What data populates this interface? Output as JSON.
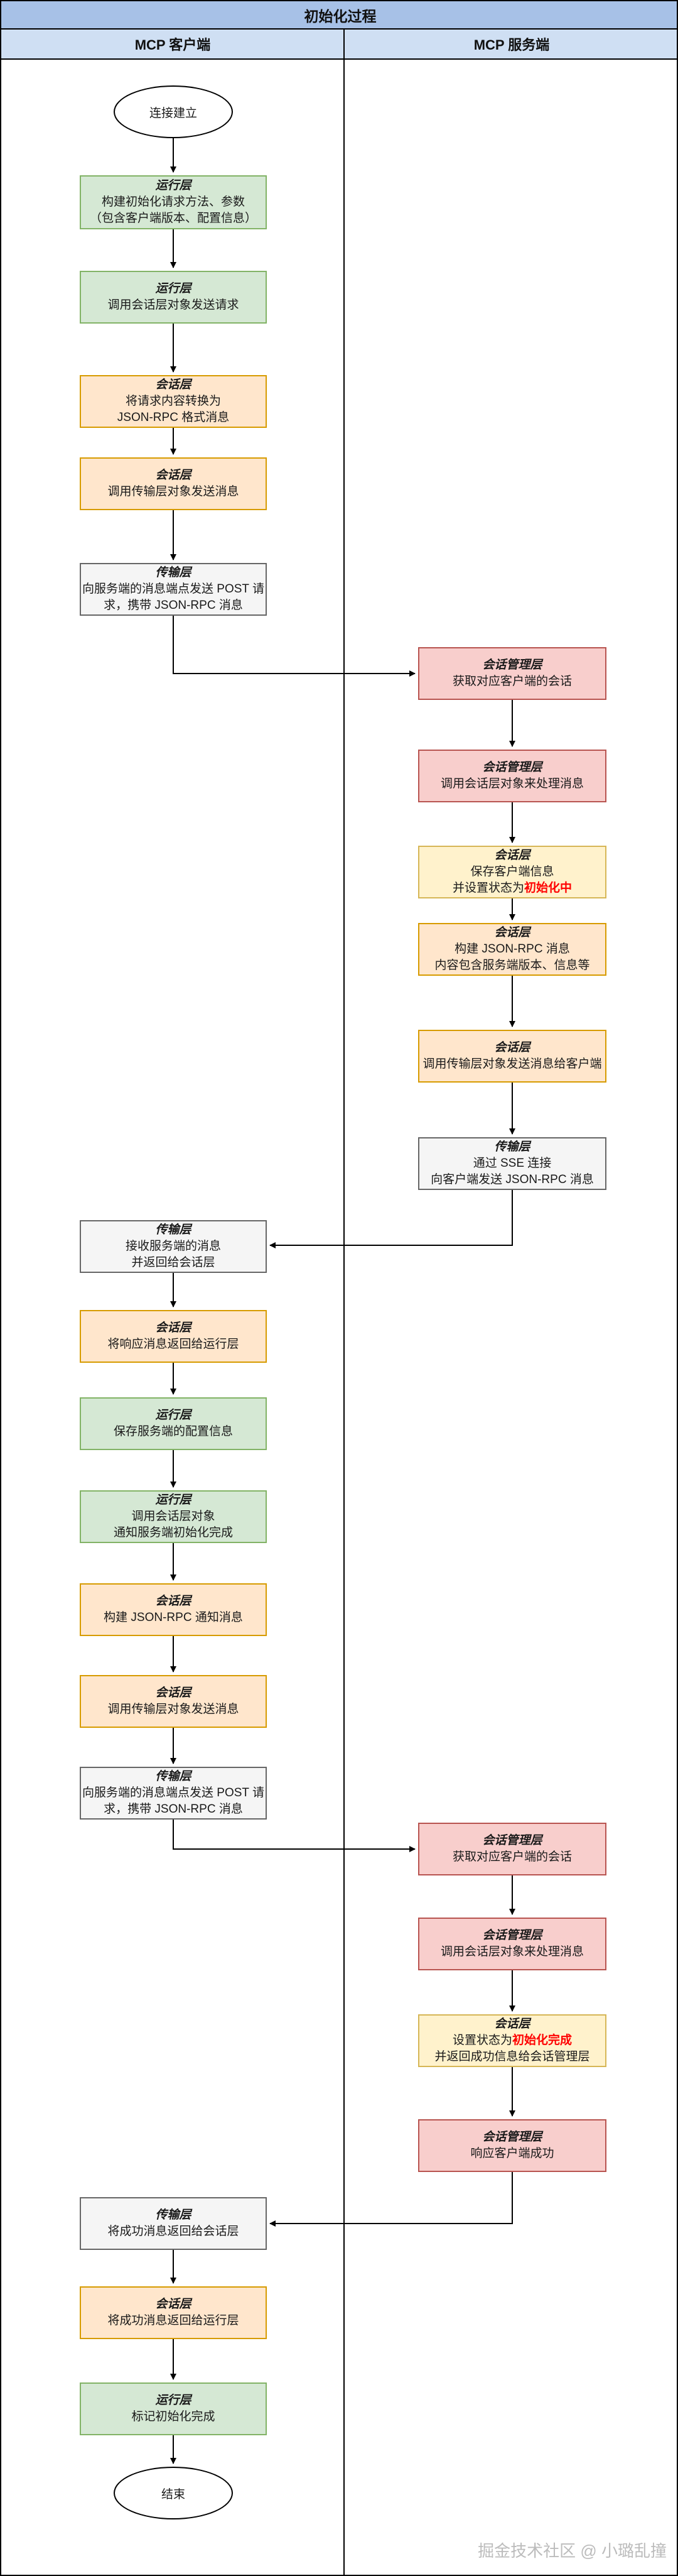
{
  "title": "初始化过程",
  "lanes": {
    "client": "MCP 客户端",
    "server": "MCP 服务端"
  },
  "colors": {
    "title_bg": "#a7c1e7",
    "lane_bg": "#cfdff3",
    "runtime_green_bg": "#d5e8d4",
    "runtime_green_border": "#82b366",
    "session_orange_bg": "#ffe6cc",
    "session_orange_border": "#d79b00",
    "session_yellow_bg": "#fff2cc",
    "session_yellow_border": "#d6b656",
    "manager_pink_bg": "#f8cecc",
    "manager_pink_border": "#b85450",
    "transport_gray_bg": "#f5f5f5",
    "transport_gray_border": "#666666",
    "status_red_text": "#ff0000"
  },
  "start": {
    "label": "连接建立"
  },
  "end": {
    "label": "结束"
  },
  "client_steps": {
    "c1": {
      "layer": "运行层",
      "line1": "构建初始化请求方法、参数",
      "line2": "（包含客户端版本、配置信息）"
    },
    "c2": {
      "layer": "运行层",
      "line1": "调用会话层对象发送请求"
    },
    "c3": {
      "layer": "会话层",
      "line1": "将请求内容转换为",
      "line2": "JSON-RPC 格式消息"
    },
    "c4": {
      "layer": "会话层",
      "line1": "调用传输层对象发送消息"
    },
    "c5": {
      "layer": "传输层",
      "line1": "向服务端的消息端点发送 POST 请",
      "line2": "求，携带 JSON-RPC 消息"
    },
    "c7": {
      "layer": "传输层",
      "line1": "接收服务端的消息",
      "line2": "并返回给会话层"
    },
    "c8": {
      "layer": "会话层",
      "line1": "将响应消息返回给运行层"
    },
    "c9": {
      "layer": "运行层",
      "line1": "保存服务端的配置信息"
    },
    "c10": {
      "layer": "运行层",
      "line1": "调用会话层对象",
      "line2": "通知服务端初始化完成"
    },
    "c11": {
      "layer": "会话层",
      "line1": "构建 JSON-RPC 通知消息"
    },
    "c12": {
      "layer": "会话层",
      "line1": "调用传输层对象发送消息"
    },
    "c13": {
      "layer": "传输层",
      "line1": "向服务端的消息端点发送 POST 请",
      "line2": "求，携带 JSON-RPC 消息"
    },
    "c14": {
      "layer": "传输层",
      "line1": "将成功消息返回给会话层"
    },
    "c15": {
      "layer": "会话层",
      "line1": "将成功消息返回给运行层"
    },
    "c16": {
      "layer": "运行层",
      "line1": "标记初始化完成"
    }
  },
  "server_steps": {
    "s1": {
      "layer": "会话管理层",
      "line1": "获取对应客户端的会话"
    },
    "s2": {
      "layer": "会话管理层",
      "line1": "调用会话层对象来处理消息"
    },
    "s3": {
      "layer": "会话层",
      "line1": "保存客户端信息",
      "line2_pre": "并设置状态为",
      "line2_red": "初始化中"
    },
    "s4": {
      "layer": "会话层",
      "line1": "构建 JSON-RPC 消息",
      "line2": "内容包含服务端版本、信息等"
    },
    "s5": {
      "layer": "会话层",
      "line1": "调用传输层对象发送消息给客户端"
    },
    "s6": {
      "layer": "传输层",
      "line1": "通过 SSE 连接",
      "line2": "向客户端发送 JSON-RPC 消息"
    },
    "s7": {
      "layer": "会话管理层",
      "line1": "获取对应客户端的会话"
    },
    "s8": {
      "layer": "会话管理层",
      "line1": "调用会话层对象来处理消息"
    },
    "s9": {
      "layer": "会话层",
      "line1_pre": "设置状态为",
      "line1_red": "初始化完成",
      "line2": "并返回成功信息给会话管理层"
    },
    "s10": {
      "layer": "会话管理层",
      "line1": "响应客户端成功"
    }
  },
  "watermark": "掘金技术社区 @ 小璐乱撞"
}
